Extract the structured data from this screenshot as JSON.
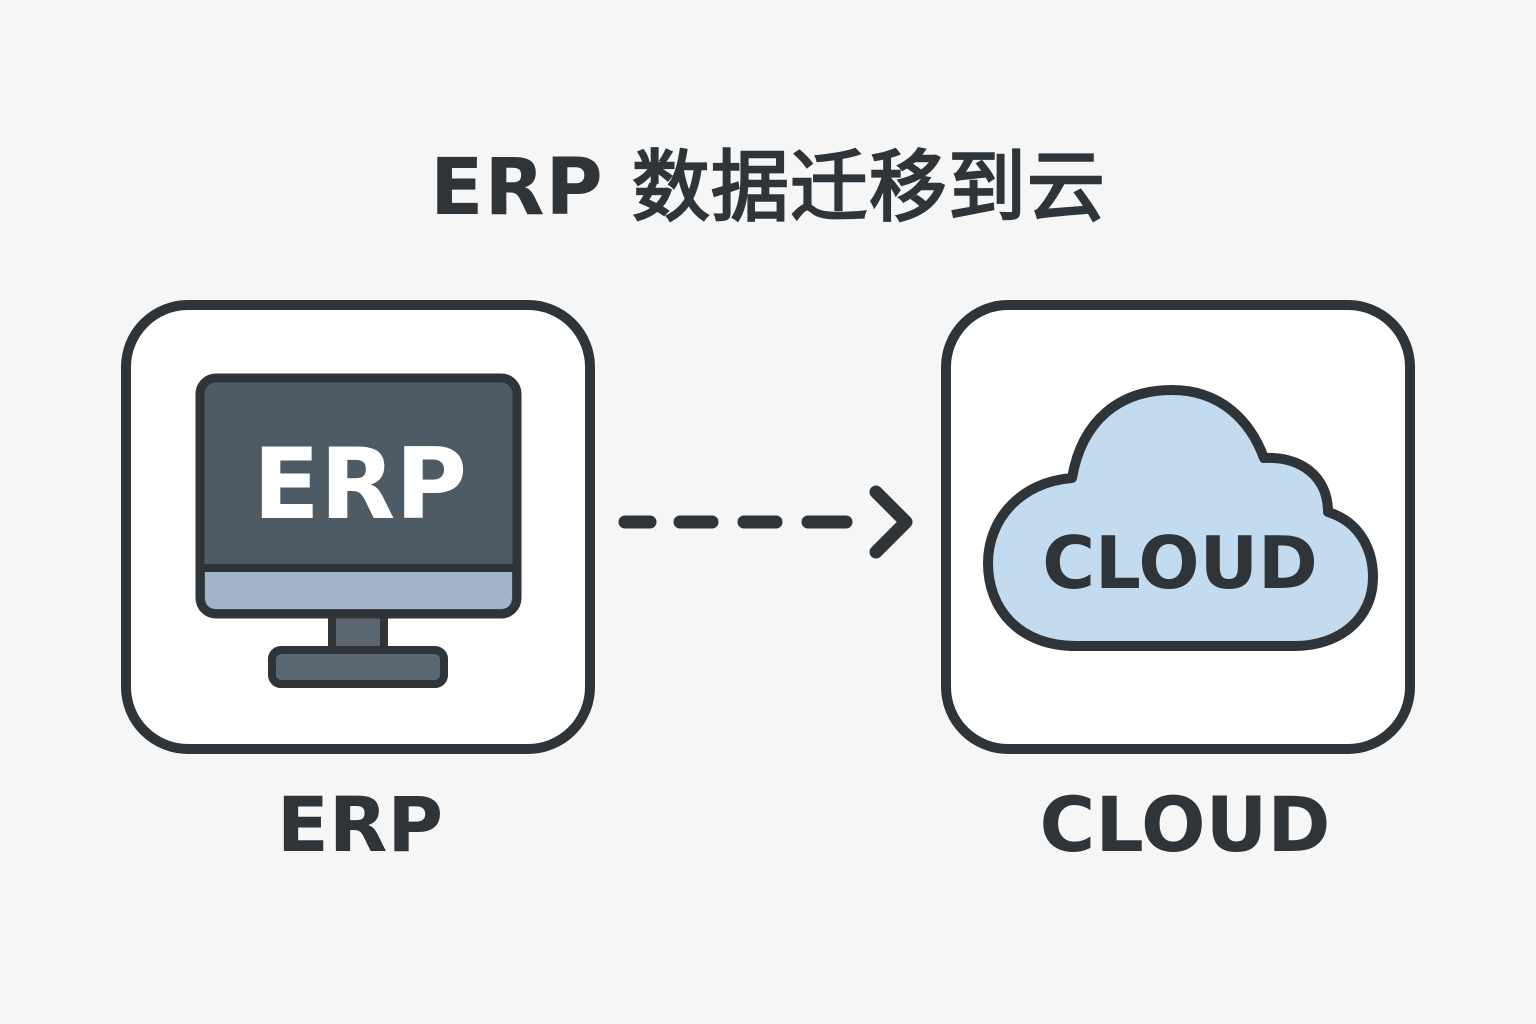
{
  "title": "ERP 数据迁移到云",
  "source": {
    "screen_label": "ERP",
    "caption": "ERP",
    "icon": "monitor-icon"
  },
  "target": {
    "cloud_label": "CLOUD",
    "caption": "CLOUD",
    "icon": "cloud-icon"
  },
  "connector": {
    "style": "dashed",
    "direction": "source-to-target",
    "icon": "dashed-arrow-icon"
  },
  "colors": {
    "background": "#f6f6f6",
    "stroke": "#2f3438",
    "monitor_screen": "#4f5b64",
    "monitor_bar": "#a2b4c7",
    "monitor_stand": "#5a6670",
    "cloud_fill": "#c3dbee",
    "text_dark": "#2f3438",
    "text_light": "#ffffff"
  }
}
